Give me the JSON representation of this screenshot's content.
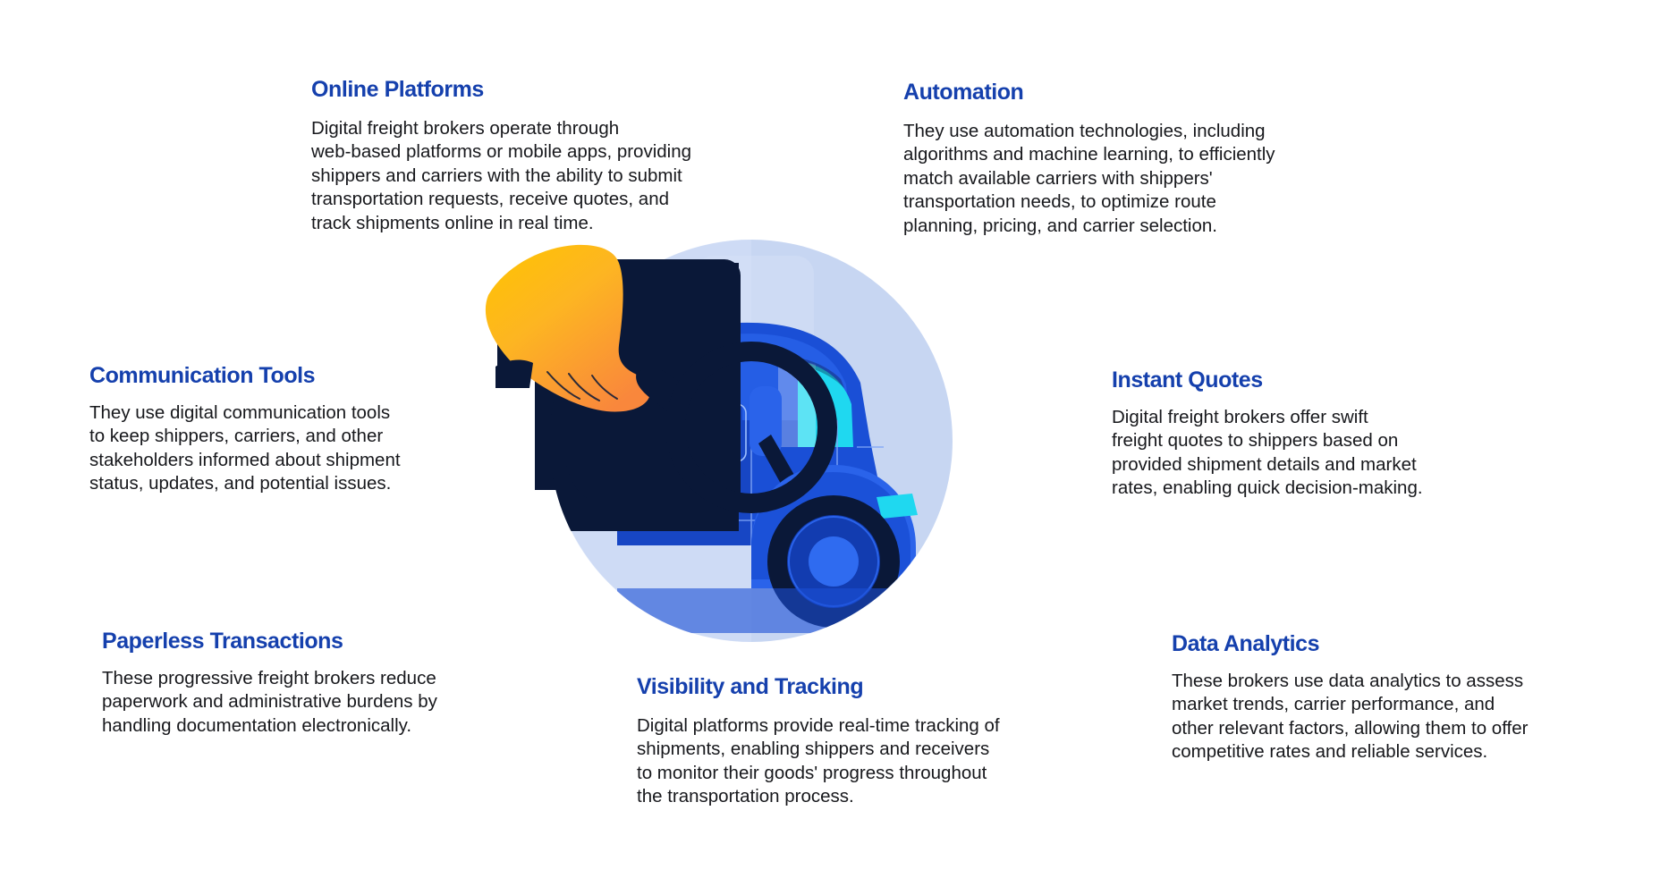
{
  "page": {
    "background_color": "#ffffff",
    "title_color": "#1540ad",
    "body_color": "#17181c"
  },
  "illustration": {
    "name": "freight-truck-magnifier-illustration",
    "colors": {
      "circle_light_blue": "#c3d3f0",
      "circle_pale": "#dbe5f8",
      "navy_dark": "#0a1838",
      "truck_blue": "#1a4fd6",
      "truck_blue_light": "#2f6bf0",
      "truck_blue_deep": "#123cb0",
      "cyan": "#1fd8f0",
      "hand_yellow": "#ffc400",
      "hand_orange": "#f9873c"
    },
    "parts": [
      "background-circle",
      "gear-notch",
      "navy-panel",
      "holding-hand",
      "magnifying-glass",
      "truck-cab",
      "windshield",
      "side-mirror",
      "front-wheel",
      "headlight"
    ]
  },
  "blocks": [
    {
      "id": "online-platforms",
      "title": "Online Platforms",
      "body": "Digital freight brokers operate through\nweb-based platforms or mobile apps, providing\nshippers and carriers with the ability to submit\ntransportation requests, receive quotes, and\ntrack shipments online in real time."
    },
    {
      "id": "automation",
      "title": "Automation",
      "body": "They use automation technologies, including\nalgorithms and machine learning, to efficiently\nmatch available carriers with shippers'\ntransportation needs, to optimize route\nplanning, pricing, and carrier selection."
    },
    {
      "id": "communication-tools",
      "title": "Communication Tools",
      "body": "They use digital communication tools\nto keep shippers, carriers, and other\nstakeholders informed about shipment\nstatus, updates, and potential issues."
    },
    {
      "id": "instant-quotes",
      "title": "Instant Quotes",
      "body": "Digital freight brokers offer swift\nfreight quotes to shippers based on\nprovided shipment details and market\nrates, enabling quick decision-making."
    },
    {
      "id": "paperless-transactions",
      "title": "Paperless Transactions",
      "body": "These progressive freight brokers reduce\npaperwork and administrative burdens by\nhandling documentation electronically."
    },
    {
      "id": "visibility-and-tracking",
      "title": "Visibility and Tracking",
      "body": "Digital platforms provide real-time tracking of\nshipments, enabling shippers and receivers\nto monitor their goods' progress throughout\nthe transportation process."
    },
    {
      "id": "data-analytics",
      "title": "Data Analytics",
      "body": "These brokers use data analytics to assess\nmarket trends, carrier performance, and\nother relevant factors, allowing them to offer\ncompetitive rates and reliable services."
    }
  ]
}
